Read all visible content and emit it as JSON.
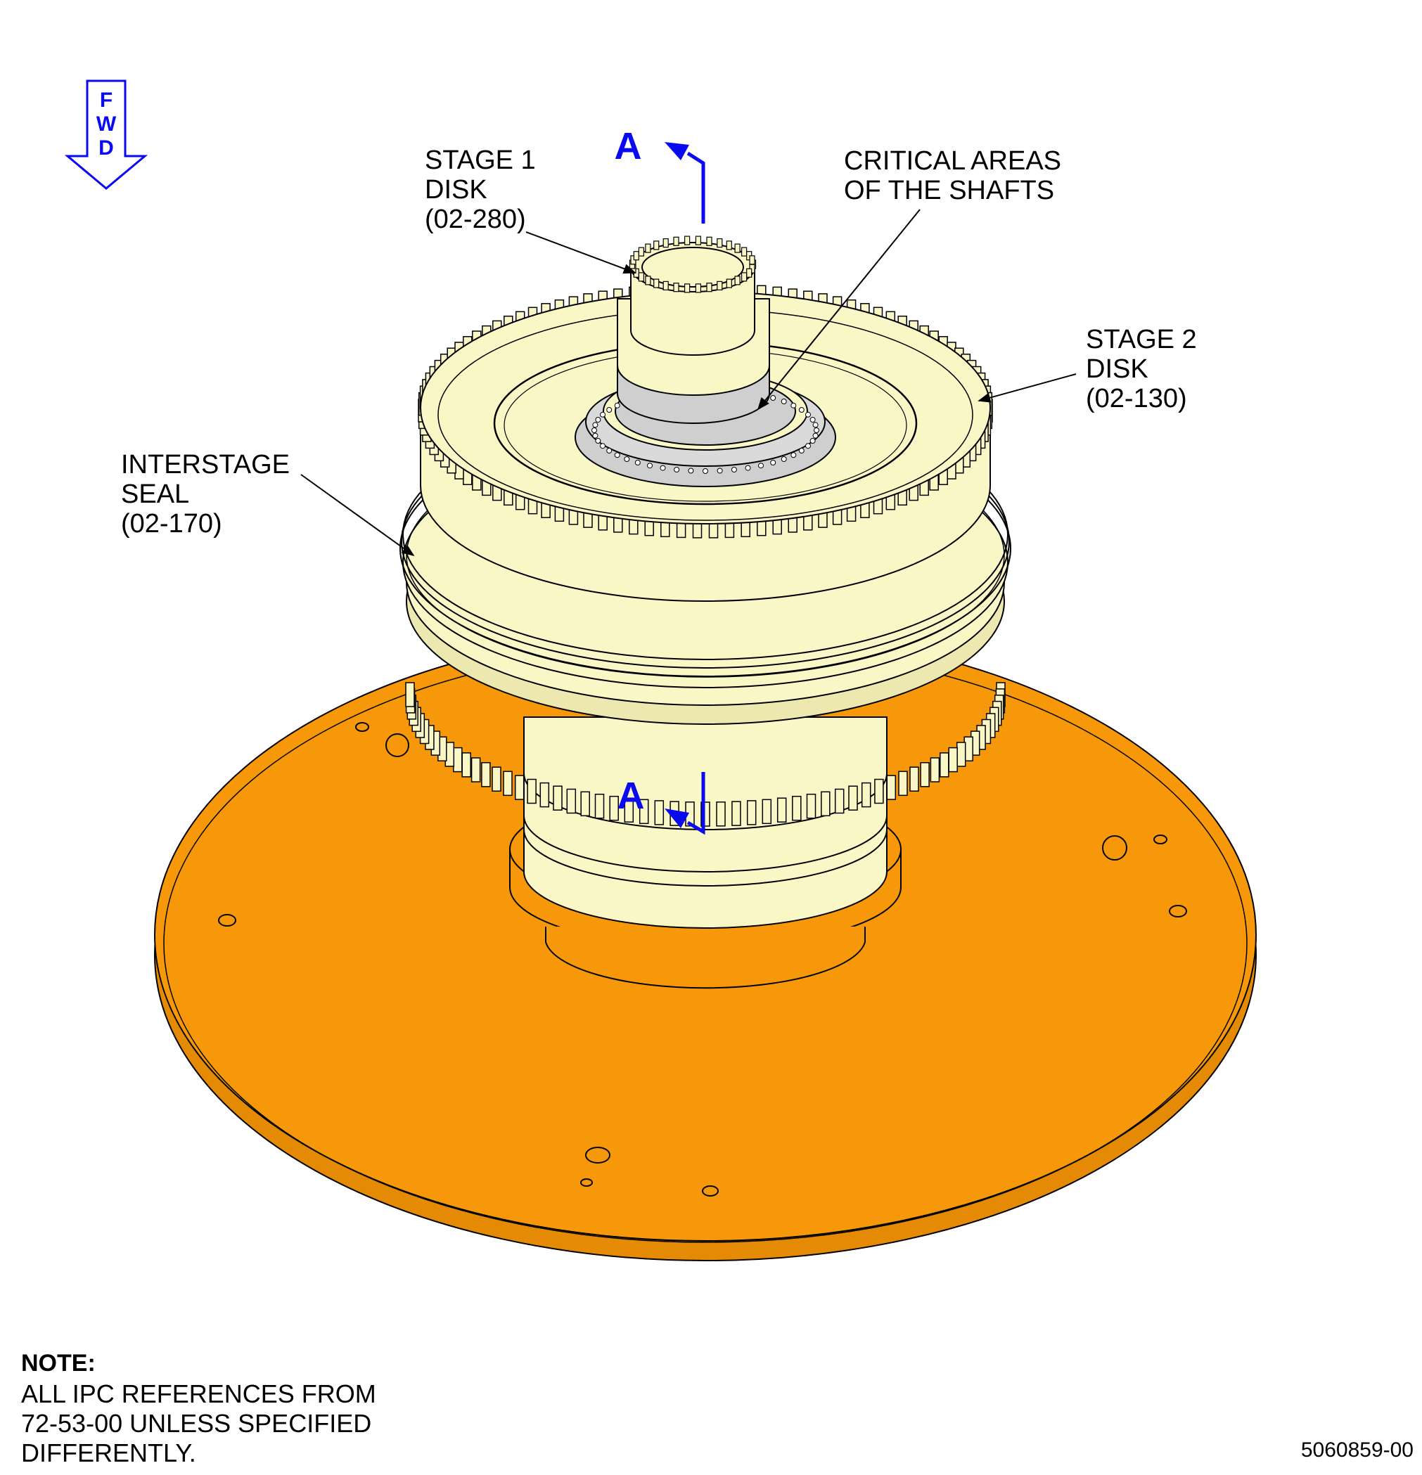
{
  "labels": {
    "stage1": "STAGE 1\nDISK\n(02-280)",
    "critical": "CRITICAL AREAS\nOF THE SHAFTS",
    "stage2": "STAGE 2\nDISK\n(02-130)",
    "interstage": "INTERSTAGE\nSEAL\n(02-170)"
  },
  "fwd": {
    "letters": [
      "F",
      "W",
      "D"
    ]
  },
  "section_marker": {
    "letter": "A"
  },
  "note": {
    "title": "NOTE:",
    "body": "ALL IPC REFERENCES FROM\n72-53-00 UNLESS SPECIFIED\nDIFFERENTLY."
  },
  "figure_number": "5060859-00",
  "colors": {
    "fixture": "#F7980A",
    "part": "#FAF7C6",
    "shaft_critical": "#CFCFCF",
    "marker_blue": "#0A0AF0"
  }
}
